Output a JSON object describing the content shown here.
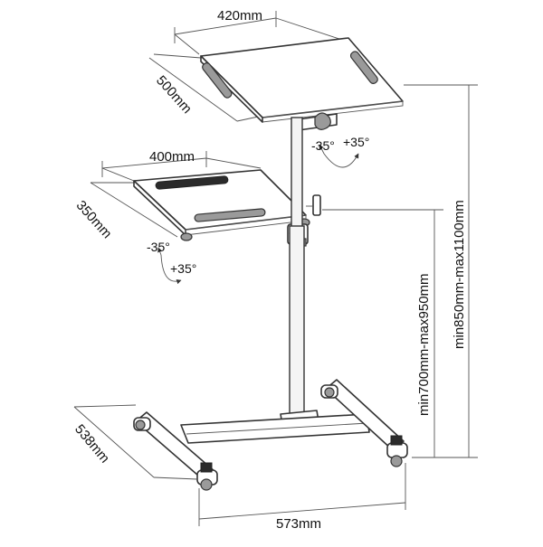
{
  "dimensions": {
    "top_width": "420mm",
    "top_depth": "500mm",
    "side_width": "400mm",
    "side_depth": "350mm",
    "base_depth": "538mm",
    "base_width": "573mm",
    "side_height": "min700mm-max950mm",
    "top_height": "min850mm-max1100mm"
  },
  "angles": {
    "top_neg": "-35°",
    "top_pos": "+35°",
    "side_neg": "-35°",
    "side_pos": "+35°"
  },
  "colors": {
    "line": "#333333",
    "handle": "#2b2b2b",
    "background": "#ffffff"
  }
}
